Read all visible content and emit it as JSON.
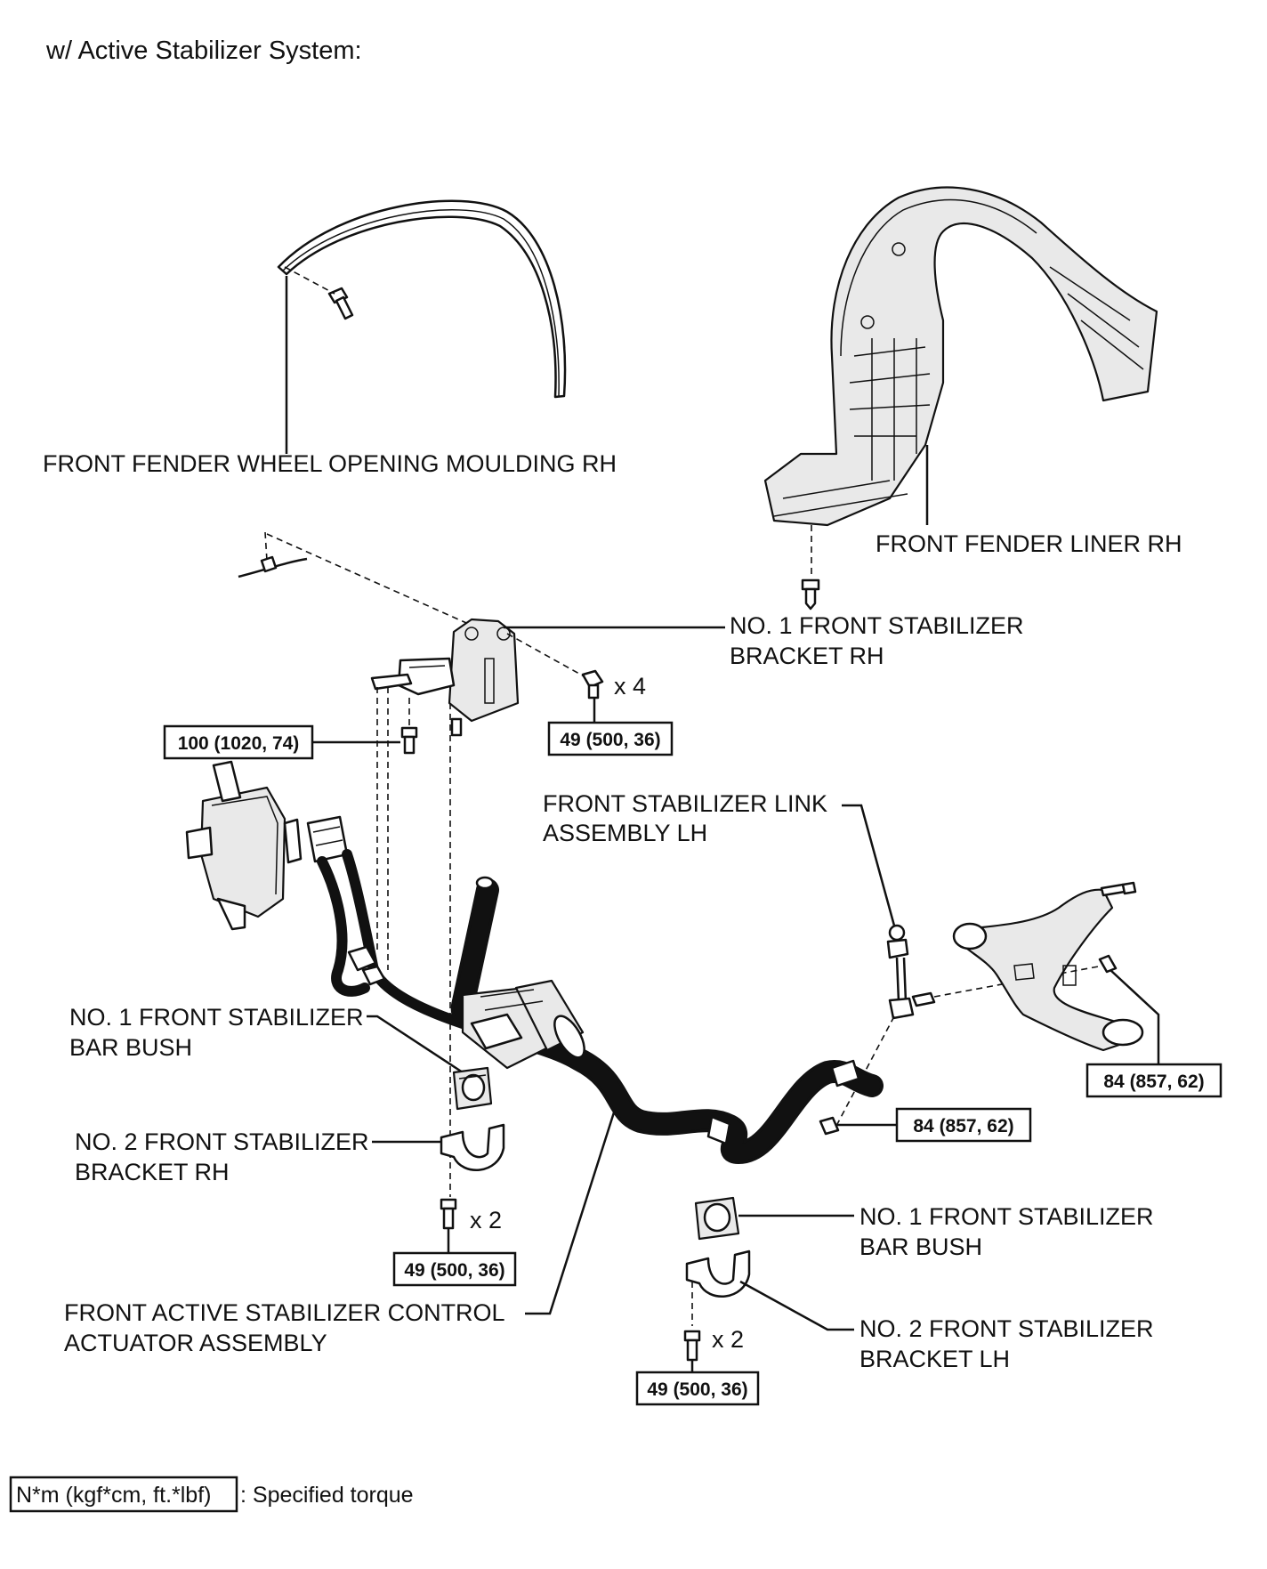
{
  "title": "w/ Active Stabilizer System:",
  "labels": {
    "moulding": "FRONT FENDER WHEEL OPENING MOULDING RH",
    "liner": "FRONT FENDER LINER RH",
    "bracket_rh_1": "NO. 1 FRONT STABILIZER",
    "bracket_rh_2": "BRACKET RH",
    "link_lh_1": "FRONT STABILIZER LINK",
    "link_lh_2": "ASSEMBLY LH",
    "bush_rh_1": "NO. 1 FRONT STABILIZER",
    "bush_rh_2": "BAR BUSH",
    "no2_bracket_rh_1": "NO. 2 FRONT STABILIZER",
    "no2_bracket_rh_2": "BRACKET RH",
    "bush_lh_1": "NO. 1 FRONT STABILIZER",
    "bush_lh_2": "BAR BUSH",
    "no2_bracket_lh_1": "NO. 2 FRONT STABILIZER",
    "no2_bracket_lh_2": "BRACKET LH",
    "actuator_1": "FRONT ACTIVE STABILIZER CONTROL",
    "actuator_2": "ACTUATOR ASSEMBLY"
  },
  "quantities": {
    "bracket_bolts": "x 4",
    "no2_bracket_rh_bolts": "x 2",
    "no2_bracket_lh_bolts": "x 2"
  },
  "torques": {
    "bracket_bolt": "100 (1020, 74)",
    "bracket_rh_bolts": "49 (500, 36)",
    "link_nut_arm": "84 (857, 62)",
    "link_nut_bar": "84 (857, 62)",
    "no2_bracket_rh_bolts": "49 (500, 36)",
    "no2_bracket_lh_bolts": "49 (500, 36)"
  },
  "legend": {
    "unit": "N*m (kgf*cm, ft.*lbf)",
    "description": ": Specified torque"
  }
}
